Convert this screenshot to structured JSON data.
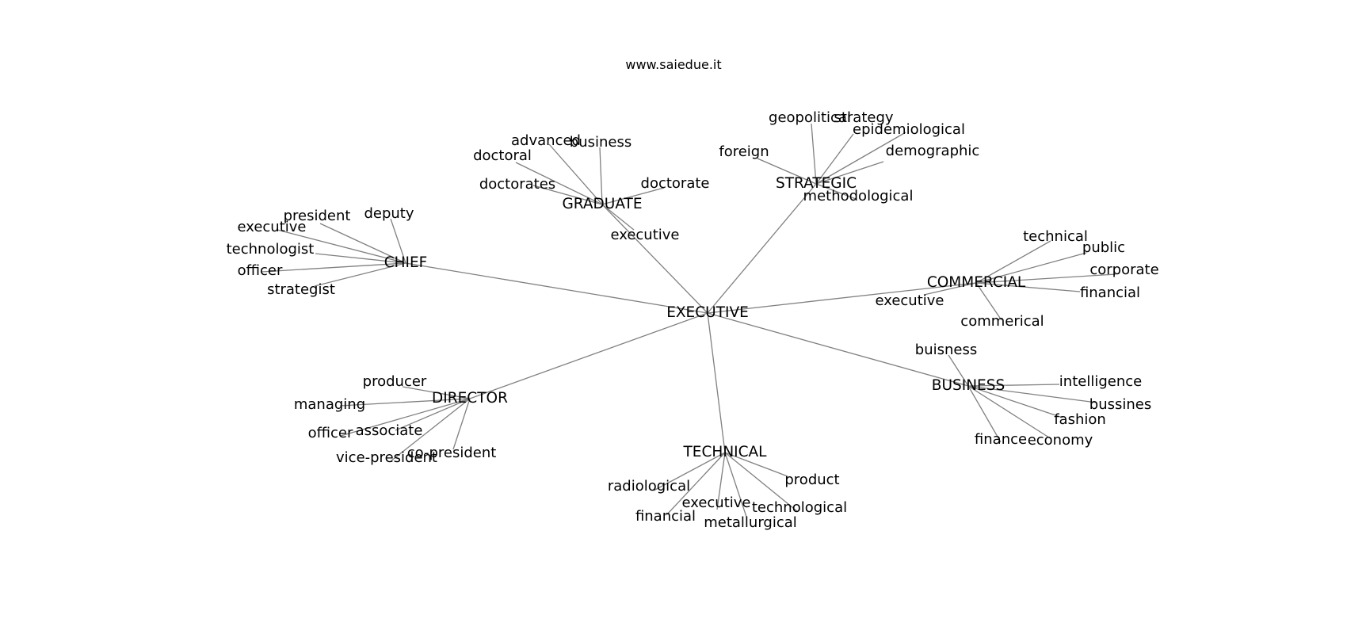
{
  "watermark": "www.saiedue.it",
  "root": "EXECUTIVE",
  "hubs": [
    {
      "id": "chief",
      "label": "CHIEF",
      "leaves": [
        "president",
        "deputy",
        "executive",
        "technologist",
        "officer",
        "strategist"
      ]
    },
    {
      "id": "graduate",
      "label": "GRADUATE",
      "leaves": [
        "advanced",
        "business",
        "doctoral",
        "doctorates",
        "doctorate",
        "executive"
      ]
    },
    {
      "id": "strategic",
      "label": "STRATEGIC",
      "leaves": [
        "geopolitical",
        "strategy",
        "epidemiological",
        "foreign",
        "demographic",
        "methodological"
      ]
    },
    {
      "id": "commercial",
      "label": "COMMERCIAL",
      "leaves": [
        "technical",
        "public",
        "corporate",
        "financial",
        "executive",
        "commerical"
      ]
    },
    {
      "id": "business",
      "label": "BUSINESS",
      "leaves": [
        "buisness",
        "intelligence",
        "bussines",
        "fashion",
        "finance",
        "economy"
      ]
    },
    {
      "id": "technical",
      "label": "TECHNICAL",
      "leaves": [
        "radiological",
        "product",
        "executive",
        "technological",
        "financial",
        "metallurgical"
      ]
    },
    {
      "id": "director",
      "label": "DIRECTOR",
      "leaves": [
        "producer",
        "managing",
        "officer",
        "associate",
        "vice-president",
        "co-president"
      ]
    }
  ]
}
